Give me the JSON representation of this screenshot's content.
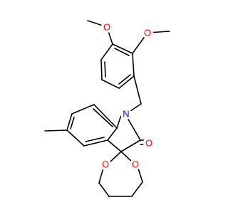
{
  "molecule": {
    "atom_labels": [
      {
        "id": "O-methoxy-top",
        "text": "O",
        "color": "#ff0000"
      },
      {
        "id": "O-methoxy-right",
        "text": "O",
        "color": "#ff0000"
      },
      {
        "id": "N-indole",
        "text": "N",
        "color": "#0000ff"
      },
      {
        "id": "O-carbonyl",
        "text": "O",
        "color": "#ff0000"
      },
      {
        "id": "O-dioxane-left",
        "text": "O",
        "color": "#ff0000"
      },
      {
        "id": "O-dioxane-right",
        "text": "O",
        "color": "#ff0000"
      }
    ],
    "bond_color": "#000000"
  }
}
